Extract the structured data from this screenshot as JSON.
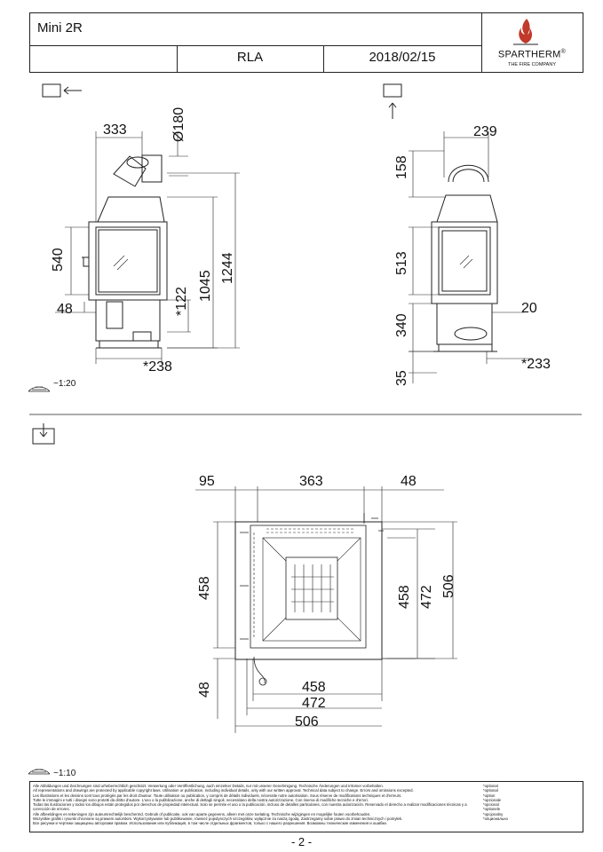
{
  "header": {
    "model": "Mini 2R",
    "variant": "RLA",
    "date": "2018/02/15",
    "brand": "SPARTHERM",
    "brand_mark": "®",
    "brand_tagline": "THE FIRE COMPANY"
  },
  "front_view": {
    "dims": {
      "top_offset": "333",
      "flue_diameter": "Ø180",
      "glass_height": "540",
      "side_margin": "48",
      "inlet_height": "*122",
      "overall_1045": "1045",
      "overall_1244": "1244",
      "base_width": "*238"
    }
  },
  "side_view": {
    "dims": {
      "top_width": "239",
      "top_height": "158",
      "glass_height": "513",
      "stand_height": "340",
      "side_offset": "20",
      "foot_height": "35",
      "base_width": "*233"
    }
  },
  "plan_view": {
    "dims": {
      "left_margin": "95",
      "top_width": "363",
      "right_margin": "48",
      "left_depth": "458",
      "bottom_margin": "48",
      "right_458": "458",
      "right_472": "472",
      "right_506": "506",
      "bottom_458": "458",
      "bottom_472": "472",
      "bottom_506": "506"
    }
  },
  "scales": {
    "upper": "~1:20",
    "lower": "~1:10"
  },
  "disclaimer": {
    "lines": [
      "Alle Abbildungen und Zeichnungen sind urheberrechtlich geschützt. Verwertung oder Veröffentlichung, auch einzelner Details, nur mit unserer Genehmigung. Technische Änderungen und Irrtümer vorbehalten.",
      "All representations and drawings are protected by applicable copyright laws. Utilisation or publication, including individual details, only with our written approval. Technical data subject to change. Errors and omissions excepted.",
      "Les illustrations et les dessins sont tous protégés par les droit d'auteur. Toute utilisation ou publication, y compris de détails individuels, nécessite notre autorisation. Sous réserve de modifications techniques et d'erreurs.",
      "Tutte le immagini e tutti i disegni sono protetti da diritto d'autore. L'uso o la pubblicazione, anche di dettagli singoli, necessitano della nostra autorizzazione. Con riserva di modifiche tecniche e d'errori.",
      "Todas las ilustraciones y todos los dibujos están protegidos por derechos de propiedad intelectual. Solo se permite el uso o la publicación, incluso de detalles particulares, con nuestra autorización. Reservado el derecho a realizar modificaciones técnicas y a corrección de errores.",
      "Alle afbeeldingen en tekeningen zijn auteursrechtelijk beschermd. Gebruik of publicatie, ook van aparte gegevens, alleen met onze toelating. Technische wijzigingen en mogelijke fouten voorbehouden.",
      "Wszystkie grafiki i rysunki chronione są prawem autorskim. Wykorzystywanie lub publikowanie, również pojedynczych szczegółów, wyłącznie za naszą zgodą. Zastrzegamy sobie prawo do zmian technicznych i pomyłek.",
      "Все рисунки и чертежи защищены авторским правом. Использование или публикация, в том числе отдельных фрагментов, только с нашего разрешения. Возможны технические изменения и ошибки."
    ],
    "optional": [
      "*optional",
      "*optional",
      "*option",
      "*opzionale",
      "*opcional",
      "*optionele",
      "*opcjonalny",
      "*опционально"
    ]
  },
  "page_number": "- 2 -",
  "icons": [
    "front-view-icon",
    "side-view-icon",
    "plan-view-icon",
    "scale-icon"
  ]
}
